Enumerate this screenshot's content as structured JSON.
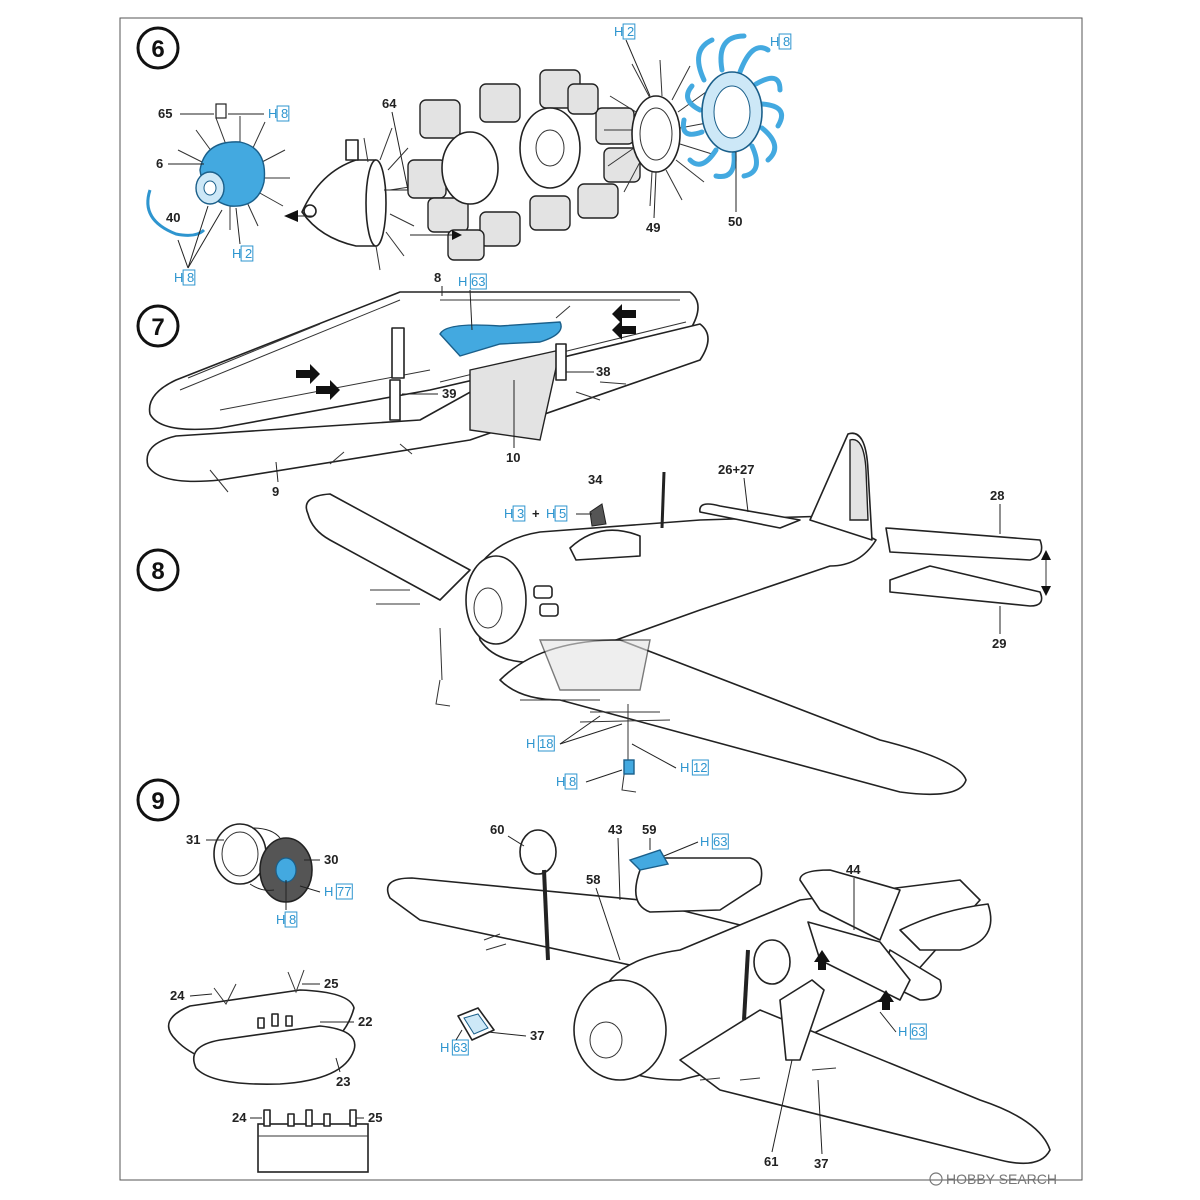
{
  "steps": [
    "6",
    "7",
    "8",
    "9"
  ],
  "step6": {
    "parts": [
      "65",
      "6",
      "40",
      "64",
      "49",
      "50"
    ],
    "paints": [
      "H 8",
      "H 8",
      "H 2",
      "H 2",
      "H 8"
    ]
  },
  "step7": {
    "parts": [
      "8",
      "38",
      "39",
      "10",
      "9"
    ],
    "paints": [
      "H 63"
    ]
  },
  "step8": {
    "parts": [
      "34",
      "26+27",
      "28",
      "29"
    ],
    "paints": [
      "H 3",
      "H 5",
      "H 18",
      "H 12",
      "H 8"
    ],
    "plus": "+"
  },
  "step9": {
    "parts": [
      "31",
      "30",
      "24",
      "25",
      "22",
      "23",
      "24",
      "25",
      "60",
      "43",
      "59",
      "58",
      "44",
      "37",
      "61",
      "37"
    ],
    "paints": [
      "H 77",
      "H 8",
      "H 63",
      "H 63",
      "H 63"
    ]
  },
  "watermark": "HOBBY SEARCH",
  "colors": {
    "paint": "#43a9e0",
    "ink": "#222222"
  }
}
